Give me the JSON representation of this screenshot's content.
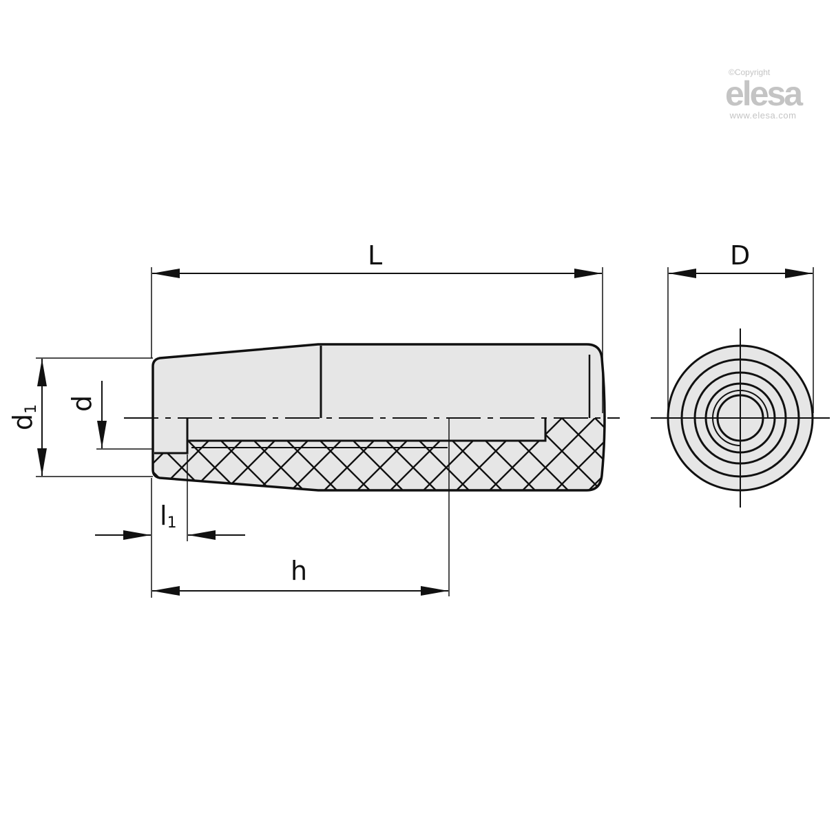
{
  "watermark": {
    "copyright": "©Copyright",
    "logo": "elesa",
    "url": "www.elesa.com"
  },
  "drawing": {
    "title": "Conical handle technical drawing (side section and end view)",
    "dimensions": {
      "L": "L",
      "D": "D",
      "d1_main": "d",
      "d1_sub": "1",
      "d": "d",
      "l1_main": "l",
      "l1_sub": "1",
      "h": "h"
    },
    "colors": {
      "fill": "#e6e6e6",
      "line": "#111111",
      "background": "#ffffff",
      "watermark": "#c4c4c4"
    }
  }
}
